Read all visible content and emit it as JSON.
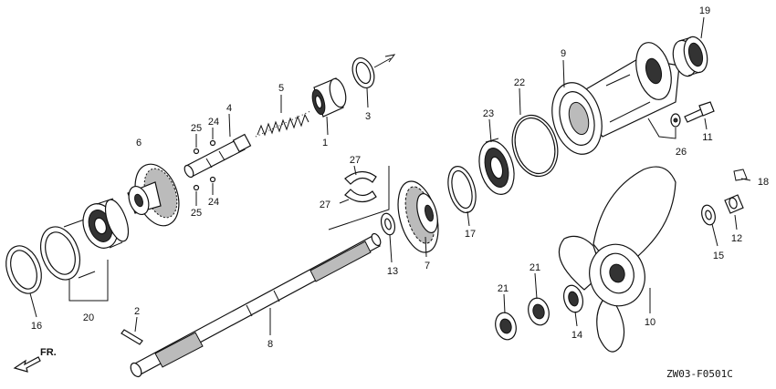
{
  "labels": {
    "p1": "1",
    "p2": "2",
    "p3": "3",
    "p4": "4",
    "p5": "5",
    "p6": "6",
    "p7": "7",
    "p8": "8",
    "p9": "9",
    "p10": "10",
    "p11": "11",
    "p12": "12",
    "p13": "13",
    "p14": "14",
    "p15": "15",
    "p16": "16",
    "p17": "17",
    "p18": "18",
    "p19": "19",
    "p20": "20",
    "p21a": "21",
    "p21b": "21",
    "p22": "22",
    "p23": "23",
    "p24a": "24",
    "p24b": "24",
    "p25a": "25",
    "p25b": "25",
    "p26": "26",
    "p27a": "27",
    "p27b": "27"
  },
  "direction": "FR.",
  "diagram_code": "ZW03-F0501C"
}
